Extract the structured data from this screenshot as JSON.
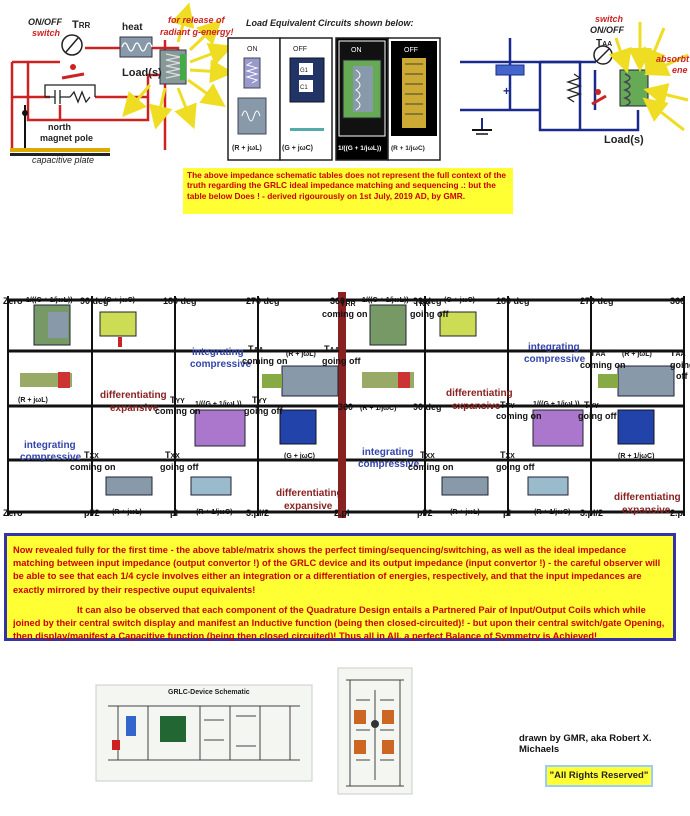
{
  "top_left": {
    "switch_label": "ON/OFF",
    "switch_label2": "switch",
    "t_rr_base": "T",
    "t_rr_sub": "RR",
    "heat": "heat",
    "radiant_note": "for release of",
    "radiant_note2": "radiant g-energy!",
    "loads": "Load(s)",
    "north_pole": "north",
    "north_pole2": "magnet pole",
    "cap_plate": "capacitive plate"
  },
  "center_panel": {
    "title": "Load Equivalent Circuits shown below:",
    "on": "ON",
    "off": "OFF",
    "label_r_jwl": "(R + jωL)",
    "label_g_jwc": "(G + jωC)",
    "label_inv_g": "1/((G + 1/jωL))",
    "label_r_inv_c": "(R + 1/jωC)",
    "g1": "G1",
    "c1": "C1"
  },
  "top_right": {
    "switch_label": "switch",
    "switch_label2": "ON/OFF",
    "t_aa_base": "T",
    "t_aa_sub": "AA",
    "absorb": "absorbt",
    "absorb2": "ene",
    "loads": "Load(s)"
  },
  "yellow_note": "The above impedance schematic tables does not represent the full context of the truth regarding the GRLC ideal impedance matching and sequencing .: but the table below Does ! - derived rigourously on 1st July, 2019 AD, by GMR.",
  "matrix": {
    "top_row": [
      "Zero",
      "90 deg",
      "180 deg",
      "270 deg",
      "360",
      "90 deg",
      "180 deg",
      "270 deg",
      "360"
    ],
    "bottom_row": [
      "Zero",
      "pi/2",
      "pi",
      "3.pi/2",
      "2.pi",
      "pi/2",
      "pi",
      "3.pi/2",
      "2.pi"
    ],
    "mid_360": "360",
    "mid_90": "90 deg",
    "integrating": "integrating",
    "compressive": "compressive",
    "differentiating": "differentiating",
    "expansive": "expansive",
    "coming_on": "coming on",
    "going_off": "going off",
    "going_off_short": "going",
    "off_short": "off",
    "t": "T",
    "rr": "RR",
    "aa": "AA",
    "yy": "YY",
    "xx": "XX",
    "r_jwl": "(R + jωL)",
    "g_jwc": "(G + jωC)",
    "inv_g": "1/((G + 1/jωL))",
    "r_inv_c": "(R + 1/jωC)"
  },
  "big_note": {
    "p1": "Now revealed fully for the first time - the above table/matrix shows  the perfect timing/sequencing/switching, as well as the ideal impedance matching between input impedance (output convertor !) of the GRLC device and its output impedance (input convertor !) - the careful observer will be able to see that each 1/4 cycle involves either an integration or a differentiation of energies, respectively, and that the input impedances are exactly mirrored by their respective ouput equivalents!",
    "p2": "It can also be observed that each component of the Quadrature Design entails a Partnered Pair of Input/Output Coils which while joined by their central switch display and manifest an Inductive function (being then closed-circuited)! -  but upon their central switch/gate Opening, then display/manifest a Capacitive function (being then closed circuited)!   Thus all in All, a perfect Balance of Symmetry is Achieved!"
  },
  "schematic_title": "GRLC-Device Schematic",
  "credit": "drawn by GMR, aka Robert X. Michaels",
  "rights": "\"All Rights Reserved\"",
  "colors": {
    "red_wire": "#cc2222",
    "blue_wire": "#1a2a8a",
    "yellow_ray": "#eedd22",
    "note_bg": "#ffff33",
    "note_text": "#cc0000",
    "blue_text": "#3344aa",
    "maroon": "#882222"
  }
}
